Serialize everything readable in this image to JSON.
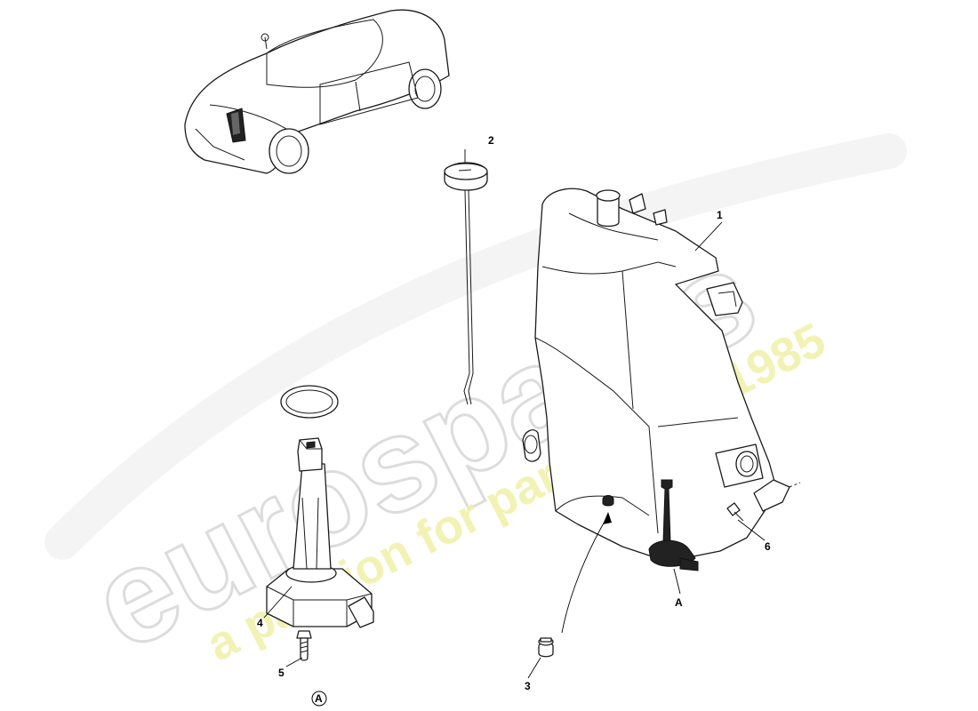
{
  "watermark": {
    "brand": "eurospares",
    "tagline": "a passion for parts since 1985",
    "brand_color": "#e6e6e6",
    "tagline_color": "#ecec9a"
  },
  "callouts": {
    "p1": "1",
    "p2": "2",
    "p3": "3",
    "p4": "4",
    "p5": "5",
    "p6": "6",
    "view_a": "A",
    "detail_a": "A"
  },
  "icons": [
    "car-overview-icon",
    "washer-reservoir",
    "filler-cap-dipstick",
    "level-sensor",
    "grommet",
    "bolt",
    "o-ring"
  ]
}
